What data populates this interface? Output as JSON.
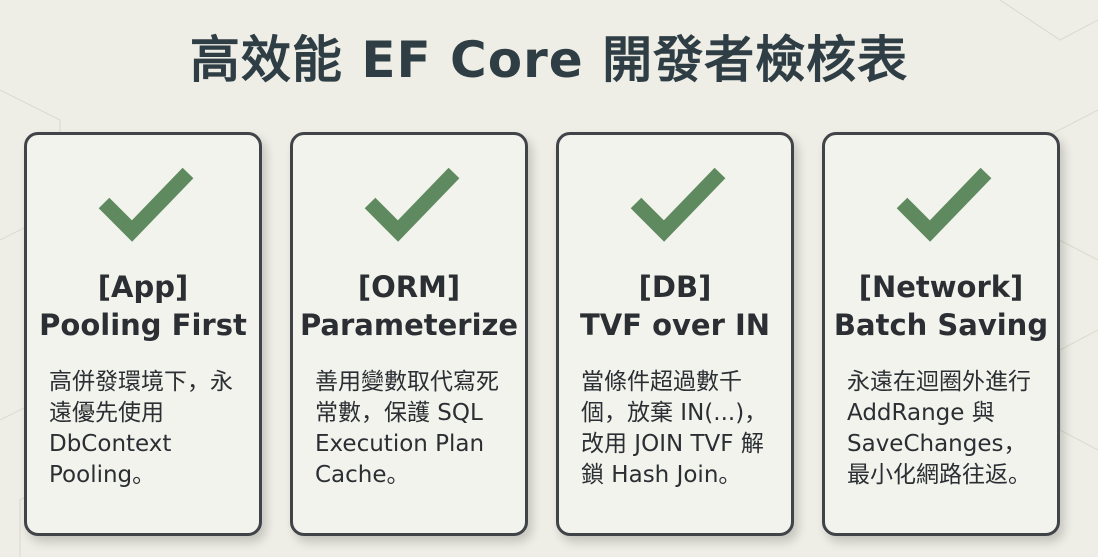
{
  "title": "高效能 EF Core 開發者檢核表",
  "colors": {
    "background": "#eeeee6",
    "card_background": "#f3f3ed",
    "card_border": "#404448",
    "check_green": "#5f8a5f",
    "title_text": "#2f3d45"
  },
  "cards": [
    {
      "icon": "check-icon",
      "tag": "[App]",
      "headline": "Pooling First",
      "body": "高併發環境下，永\n遠優先使用\nDbContext\nPooling。"
    },
    {
      "icon": "check-icon",
      "tag": "[ORM]",
      "headline": "Parameterize",
      "body": "善用變數取代寫死\n常數，保護 SQL\nExecution Plan\nCache。"
    },
    {
      "icon": "check-icon",
      "tag": "[DB]",
      "headline": "TVF over IN",
      "body": "當條件超過數千\n個，放棄 IN(...)，\n改用 JOIN TVF 解\n鎖 Hash Join。"
    },
    {
      "icon": "check-icon",
      "tag": "[Network]",
      "headline": "Batch Saving",
      "body": "永遠在迴圈外進行\nAddRange 與\nSaveChanges，\n最小化網路往返。"
    }
  ]
}
